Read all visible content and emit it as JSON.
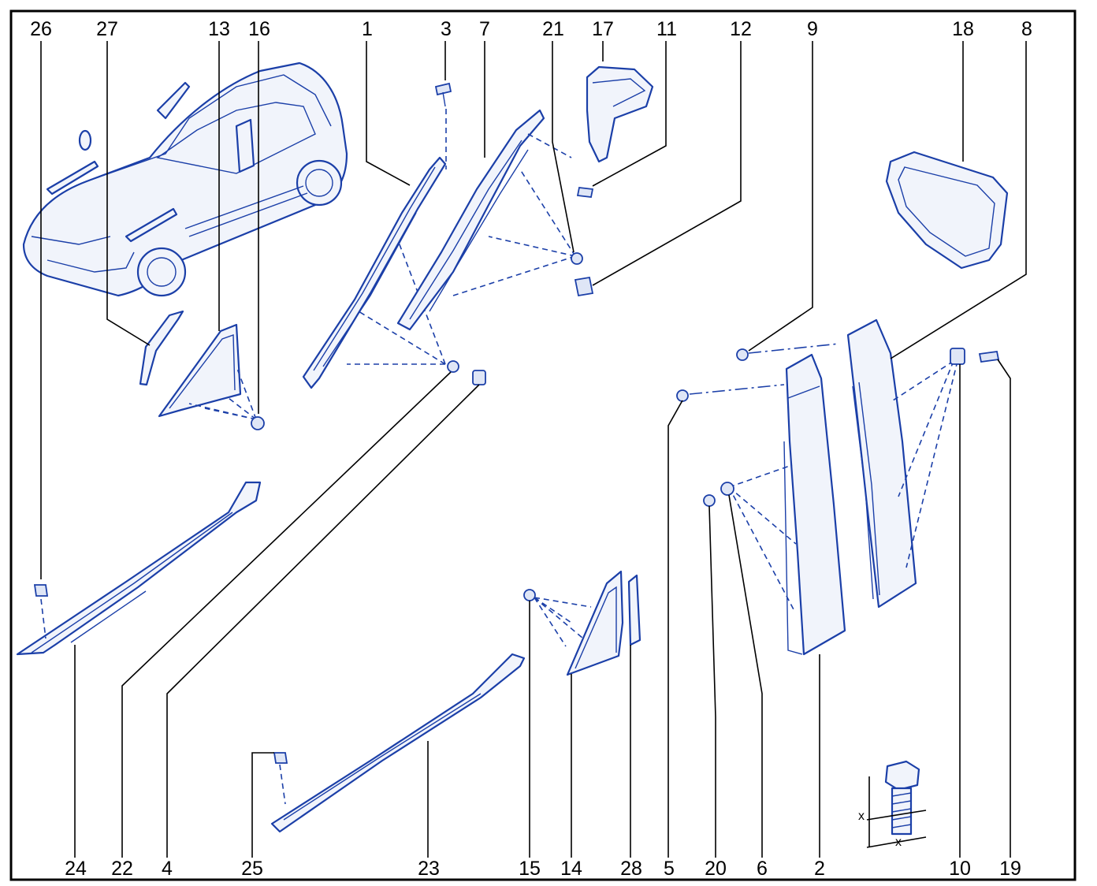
{
  "callouts_top": [
    {
      "id": "c26",
      "label": "26"
    },
    {
      "id": "c27",
      "label": "27"
    },
    {
      "id": "c13",
      "label": "13"
    },
    {
      "id": "c16",
      "label": "16"
    },
    {
      "id": "c1",
      "label": "1"
    },
    {
      "id": "c3",
      "label": "3"
    },
    {
      "id": "c7",
      "label": "7"
    },
    {
      "id": "c21",
      "label": "21"
    },
    {
      "id": "c17",
      "label": "17"
    },
    {
      "id": "c11",
      "label": "11"
    },
    {
      "id": "c12",
      "label": "12"
    },
    {
      "id": "c9",
      "label": "9"
    },
    {
      "id": "c18",
      "label": "18"
    },
    {
      "id": "c8",
      "label": "8"
    }
  ],
  "callouts_bottom": [
    {
      "id": "c24",
      "label": "24"
    },
    {
      "id": "c22",
      "label": "22"
    },
    {
      "id": "c4",
      "label": "4"
    },
    {
      "id": "c25",
      "label": "25"
    },
    {
      "id": "c23",
      "label": "23"
    },
    {
      "id": "c15",
      "label": "15"
    },
    {
      "id": "c14",
      "label": "14"
    },
    {
      "id": "c28",
      "label": "28"
    },
    {
      "id": "c5",
      "label": "5"
    },
    {
      "id": "c20",
      "label": "20"
    },
    {
      "id": "c6",
      "label": "6"
    },
    {
      "id": "c2",
      "label": "2"
    },
    {
      "id": "c10",
      "label": "10"
    },
    {
      "id": "c19",
      "label": "19"
    }
  ],
  "dimension_symbol": "x",
  "colors": {
    "line_art": "#1b3fa8",
    "text": "#000000",
    "background": "#ffffff"
  }
}
